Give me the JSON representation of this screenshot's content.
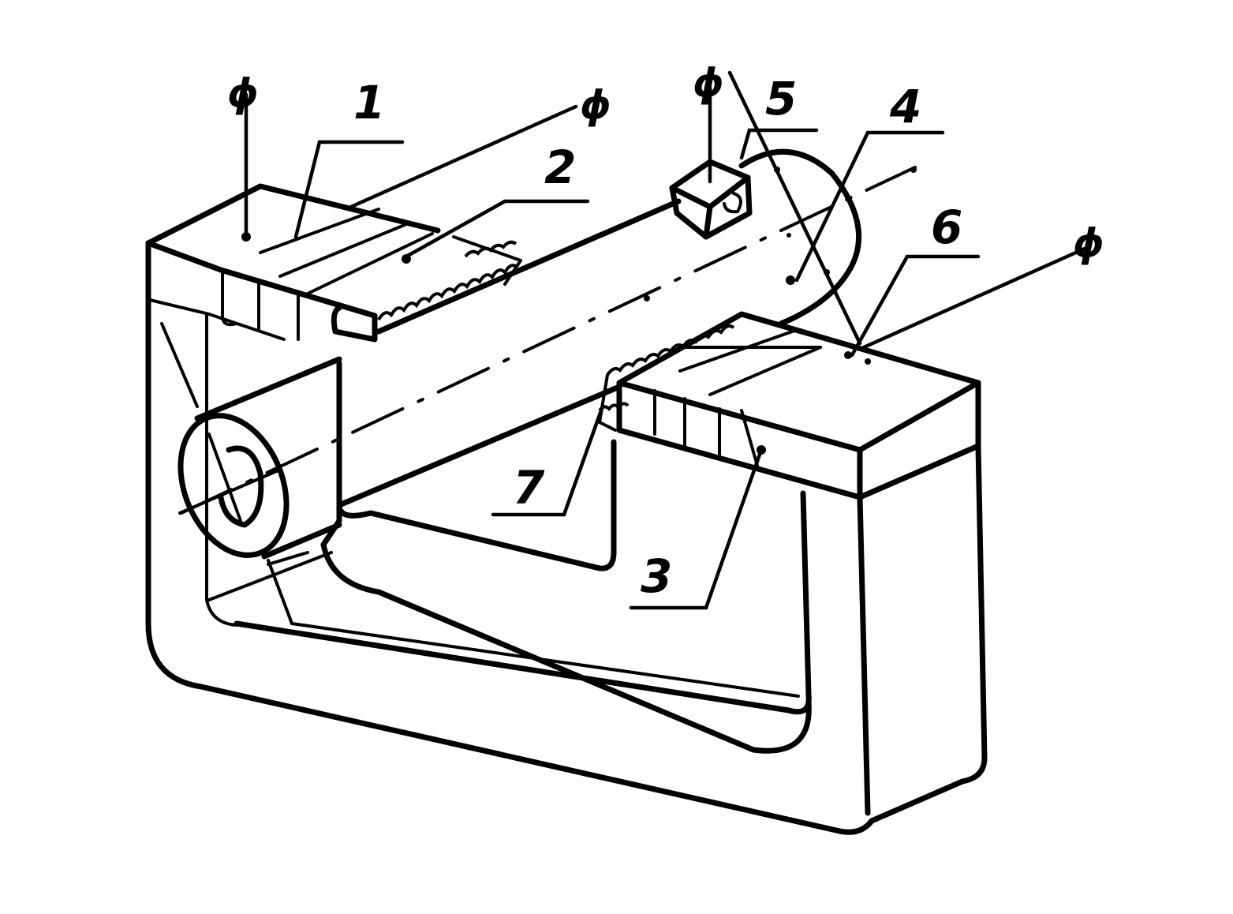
{
  "labels": {
    "l1": "1",
    "l2": "2",
    "l3": "3",
    "l4": "4",
    "l5": "5",
    "l6": "6",
    "l7": "7"
  },
  "flux_symbol": "ϕ",
  "colors": {
    "ink": "#000000",
    "paper": "#ffffff"
  }
}
